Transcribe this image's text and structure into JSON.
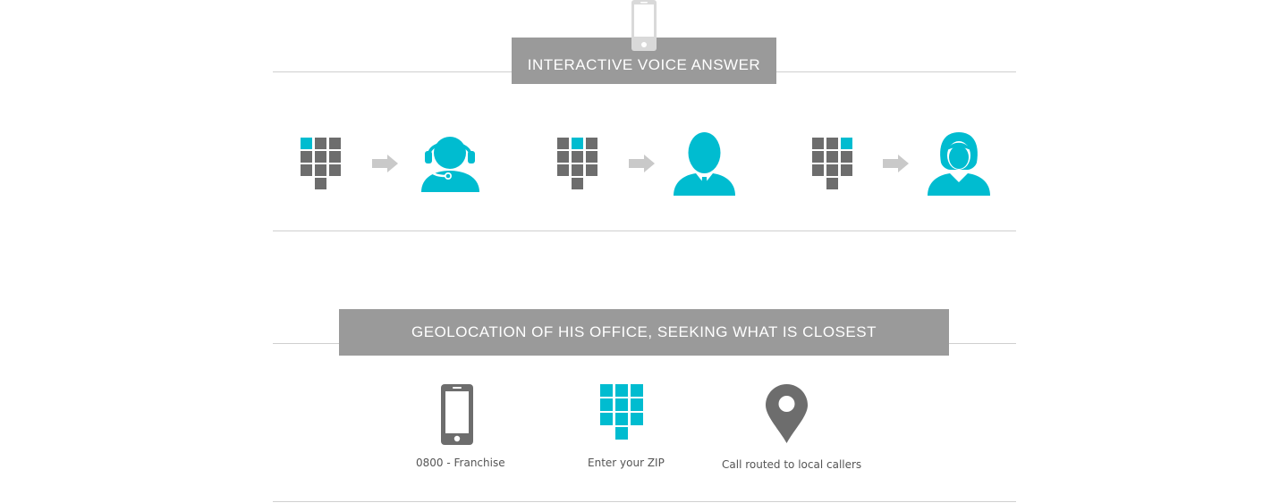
{
  "colors": {
    "accent": "#00bcd0",
    "keypad_gray": "#6d6d6d",
    "banner": "#9a9a9a",
    "arrow": "#c9c9c9"
  },
  "section_ivr": {
    "title": "INTERACTIVE VOICE ANSWER",
    "icon": "smartphone-icon",
    "options": [
      {
        "keypad_icon": "keypad-icon",
        "highlighted_key": 1,
        "arrow_icon": "arrow-right-icon",
        "target_icon": "support-agent-icon"
      },
      {
        "keypad_icon": "keypad-icon",
        "highlighted_key": 2,
        "arrow_icon": "arrow-right-icon",
        "target_icon": "businessman-icon"
      },
      {
        "keypad_icon": "keypad-icon",
        "highlighted_key": 3,
        "arrow_icon": "arrow-right-icon",
        "target_icon": "woman-icon"
      }
    ]
  },
  "section_geo": {
    "title": "GEOLOCATION OF HIS OFFICE, SEEKING WHAT IS CLOSEST",
    "steps": [
      {
        "icon": "smartphone-icon",
        "label": "0800 - Franchise"
      },
      {
        "icon": "keypad-icon",
        "label": "Enter your ZIP"
      },
      {
        "icon": "map-pin-icon",
        "label": "Call routed to local callers"
      }
    ]
  }
}
